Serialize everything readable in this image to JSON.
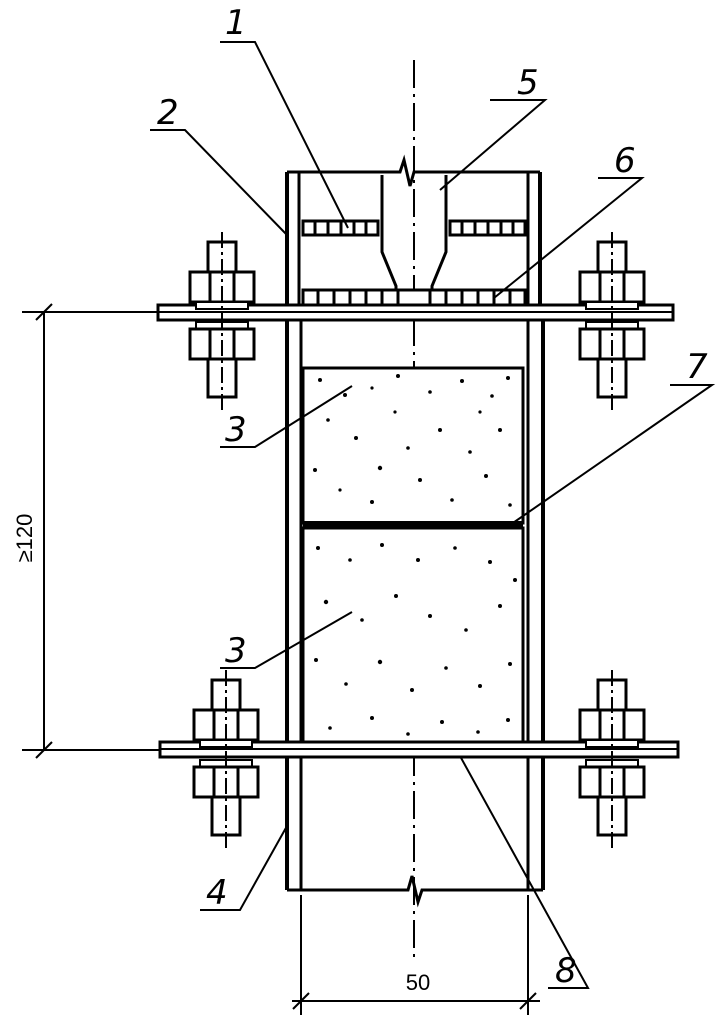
{
  "callouts": {
    "n1": "1",
    "n2": "2",
    "n3_upper": "3",
    "n3_lower": "3",
    "n4": "4",
    "n5": "5",
    "n6": "6",
    "n7": "7",
    "n8": "8"
  },
  "dimensions": {
    "vertical": "≥120",
    "horizontal": "50"
  },
  "colors": {
    "line": "#000000",
    "background": "#ffffff"
  }
}
